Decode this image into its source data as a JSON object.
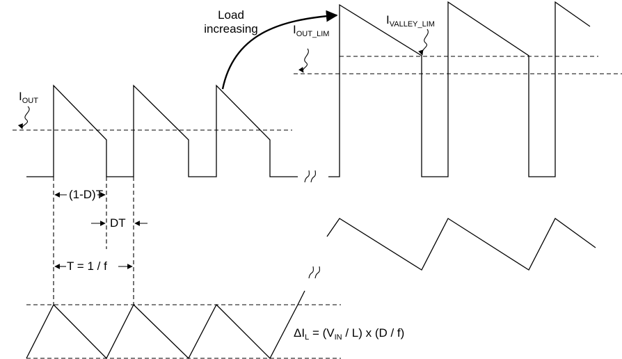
{
  "labels": {
    "iout_main": "I",
    "iout_sub": "OUT",
    "load_line1": "Load",
    "load_line2": "increasing",
    "iout_lim_main": "I",
    "iout_lim_sub": "OUT_LIM",
    "ivalley_main": "I",
    "ivalley_sub": "VALLEY_LIM",
    "one_minus_d_t": "(1-D)T",
    "dt": "DT",
    "period": "T = 1 / f",
    "ripple_prefix": "ΔI",
    "ripple_sub_l": "L",
    "ripple_eq": " = (V",
    "ripple_sub_in": "IN",
    "ripple_rest": " / L) x (D / f)"
  },
  "colors": {
    "stroke": "#000000",
    "background": "#ffffff"
  }
}
